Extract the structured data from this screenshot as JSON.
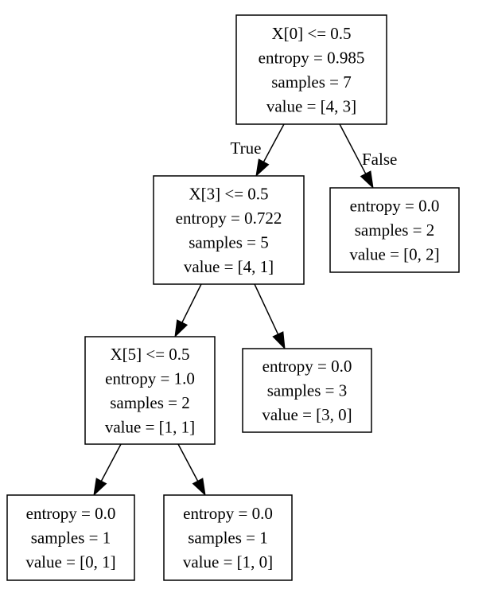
{
  "tree": {
    "nodes": [
      {
        "id": "n0",
        "lines": [
          "X[0] <= 0.5",
          "entropy = 0.985",
          "samples = 7",
          "value = [4, 3]"
        ]
      },
      {
        "id": "n1",
        "lines": [
          "X[3] <= 0.5",
          "entropy = 0.722",
          "samples = 5",
          "value = [4, 1]"
        ]
      },
      {
        "id": "n2",
        "lines": [
          "entropy = 0.0",
          "samples = 2",
          "value = [0, 2]"
        ]
      },
      {
        "id": "n3",
        "lines": [
          "X[5] <= 0.5",
          "entropy = 1.0",
          "samples = 2",
          "value = [1, 1]"
        ]
      },
      {
        "id": "n4",
        "lines": [
          "entropy = 0.0",
          "samples = 3",
          "value = [3, 0]"
        ]
      },
      {
        "id": "n5",
        "lines": [
          "entropy = 0.0",
          "samples = 1",
          "value = [0, 1]"
        ]
      },
      {
        "id": "n6",
        "lines": [
          "entropy = 0.0",
          "samples = 1",
          "value = [1, 0]"
        ]
      }
    ],
    "edges": [
      {
        "from": "n0",
        "to": "n1",
        "label": "True"
      },
      {
        "from": "n0",
        "to": "n2",
        "label": "False"
      },
      {
        "from": "n1",
        "to": "n3",
        "label": ""
      },
      {
        "from": "n1",
        "to": "n4",
        "label": ""
      },
      {
        "from": "n3",
        "to": "n5",
        "label": ""
      },
      {
        "from": "n3",
        "to": "n6",
        "label": ""
      }
    ]
  }
}
